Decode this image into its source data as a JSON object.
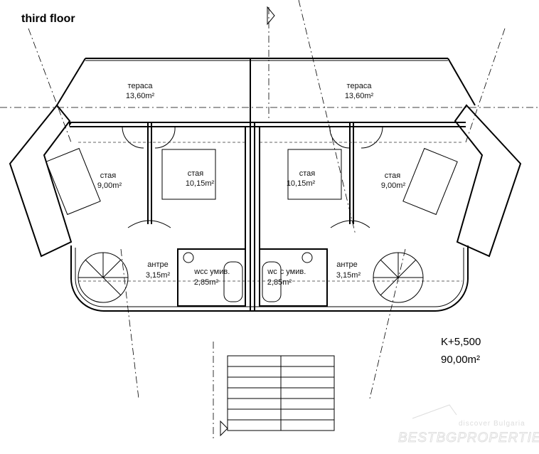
{
  "title": "third floor",
  "rooms": {
    "terrace_left": {
      "name": "тераса",
      "area": "13,60m²"
    },
    "terrace_right": {
      "name": "тераса",
      "area": "13,60m²"
    },
    "room_left_outer": {
      "name": "стая",
      "area": "9,00m²"
    },
    "room_left_inner": {
      "name": "стая",
      "area": "10,15m²"
    },
    "room_right_inner": {
      "name": "стая",
      "area": "10,15m²"
    },
    "room_right_outer": {
      "name": "стая",
      "area": "9,00m²"
    },
    "hall_left": {
      "name": "антре",
      "area": "3,15m²"
    },
    "hall_right": {
      "name": "антре",
      "area": "3,15m²"
    },
    "wc_left": {
      "name": "wc",
      "name2": "с умив.",
      "area": "2,85m²"
    },
    "wc_right": {
      "name": "wc",
      "name2": "с умив.",
      "area": "2,85m²"
    }
  },
  "level": "K+5,500",
  "total_area": "90,00m²",
  "watermark": {
    "tagline": "discover Bulgaria",
    "brand": "BESTBGPROPERTIES"
  }
}
